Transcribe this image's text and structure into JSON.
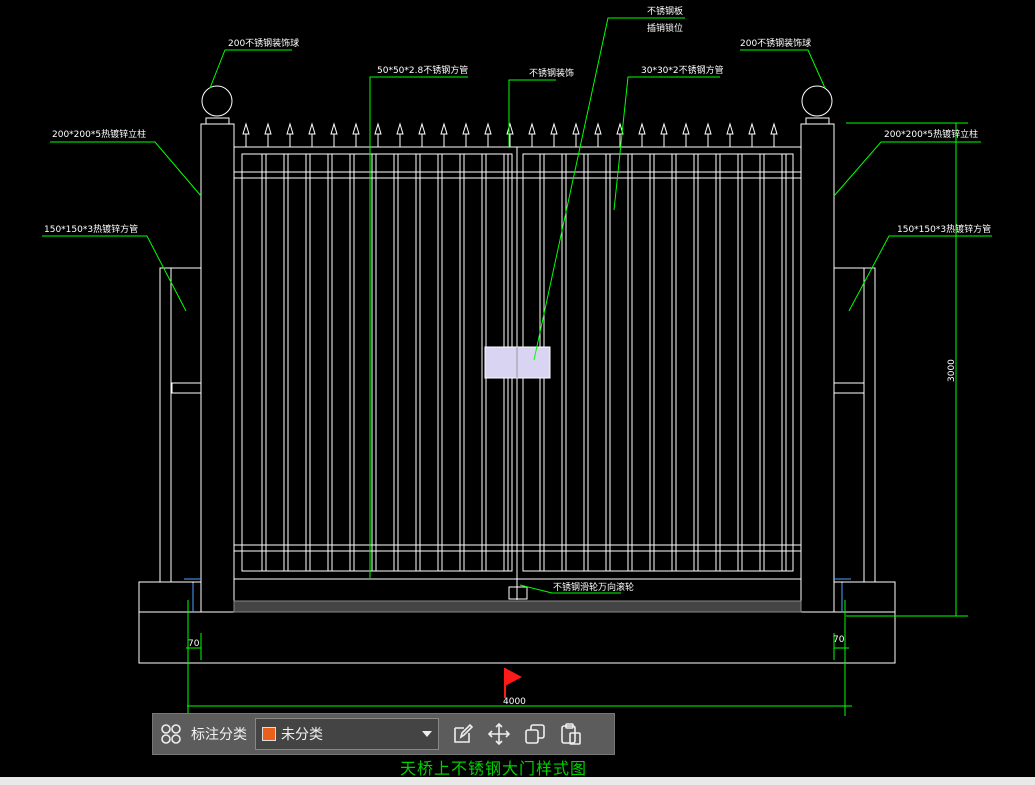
{
  "drawing": {
    "labels": {
      "ball_left": "200不锈钢装饰球",
      "ball_right": "200不锈钢装饰球",
      "post_left": "200*200*5热镀锌立柱",
      "post_right": "200*200*5热镀锌立柱",
      "side_tube_left": "150*150*3热镀锌方管",
      "side_tube_right": "150*150*3热镀锌方管",
      "main_tube": "50*50*2.8不锈钢方管",
      "ornament": "不锈钢装饰",
      "plate_line1": "不锈钢板",
      "plate_line2": "插销锁位",
      "inner_tube": "30*30*2不锈钢方管",
      "wheel": "不锈钢滑轮万向滚轮"
    },
    "dimensions": {
      "height": "3000",
      "width": "4000",
      "offset_left": "70",
      "offset_right": "70"
    },
    "title": "天桥上不锈钢大门样式图"
  },
  "toolbar": {
    "category_label": "标注分类",
    "dropdown_value": "未分类",
    "swatch_color": "#e8601c"
  },
  "colors": {
    "leader": "#00ff00",
    "line": "#ffffff",
    "title": "#00d000",
    "marker": "#ff1a1a"
  }
}
